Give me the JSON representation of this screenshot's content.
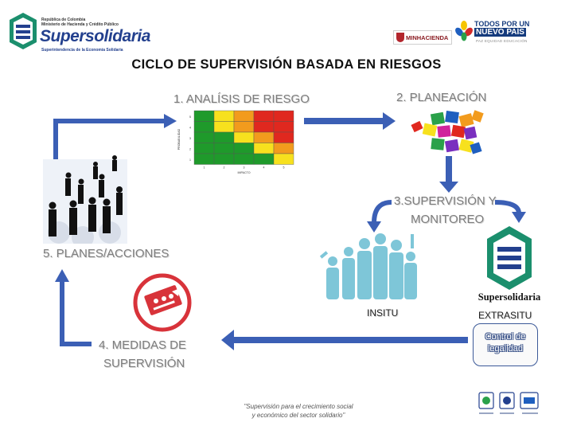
{
  "header": {
    "left_logo": {
      "line1": "República de Colombia",
      "line2": "Ministerio de Hacienda y Crédito Público",
      "brand": "Supersolidaria",
      "subtitle": "Superintendencia de la Economía Solidaria",
      "icon": "supersolidaria-logo-icon"
    },
    "minhacienda": {
      "label": "MINHACIENDA",
      "icon": "colombia-shield-icon"
    },
    "gov_logo": {
      "line1": "TODOS POR UN",
      "line2": "NUEVO PAÍS",
      "line3": "PAZ EQUIDAD EDUCACIÓN",
      "icon": "nuevo-pais-flower-icon"
    }
  },
  "title": "CICLO DE SUPERVISIÓN BASADA EN RIESGOS",
  "cycle": {
    "step1": "1. ANALÍSIS DE RIESGO",
    "step2": "2. PLANEACIÓN",
    "step3_line1": "3.SUPERVISIÓN Y",
    "step3_line2": "MONITOREO",
    "step4_line1": "4. MEDIDAS DE",
    "step4_line2": "SUPERVISIÓN",
    "step5": "5. PLANES/ACCIONES",
    "insitu": "INSITU",
    "extrasitu": "EXTRASITU",
    "extrasitu_logo_name": "Supersolidaria",
    "control_line1": "Control de",
    "control_line2": "legalidad"
  },
  "heatmap": {
    "ylabel": "PROBABILIDAD",
    "xlabel": "IMPACTO",
    "y_ticks": [
      "5",
      "4",
      "3",
      "2",
      "1"
    ],
    "x_ticks": [
      "1",
      "2",
      "3",
      "4",
      "5"
    ],
    "cells": [
      [
        "green",
        "yellow",
        "orange",
        "red",
        "red"
      ],
      [
        "green",
        "yellow",
        "orange",
        "red",
        "red"
      ],
      [
        "green",
        "green",
        "yellow",
        "orange",
        "red"
      ],
      [
        "green",
        "green",
        "green",
        "yellow",
        "orange"
      ],
      [
        "green",
        "green",
        "green",
        "green",
        "yellow"
      ]
    ],
    "colors": {
      "green": "#1f9a2b",
      "yellow": "#f7e11e",
      "orange": "#f29b1d",
      "red": "#e0281f"
    }
  },
  "footer": {
    "slogan_line1": "\"Supervisión para el crecimiento social",
    "slogan_line2": "y económico del sector solidario\"",
    "cert_icon": "certification-seals-icon"
  },
  "colors": {
    "arrow": "#3b5fb5",
    "label_gray": "#7d7d7d",
    "brand_blue": "#23408e"
  }
}
